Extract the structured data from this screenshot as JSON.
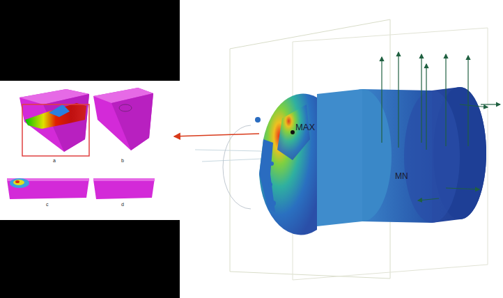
{
  "diagram": {
    "labels": [
      "MAX",
      "MN",
      "a",
      "b",
      "c",
      "d"
    ]
  }
}
